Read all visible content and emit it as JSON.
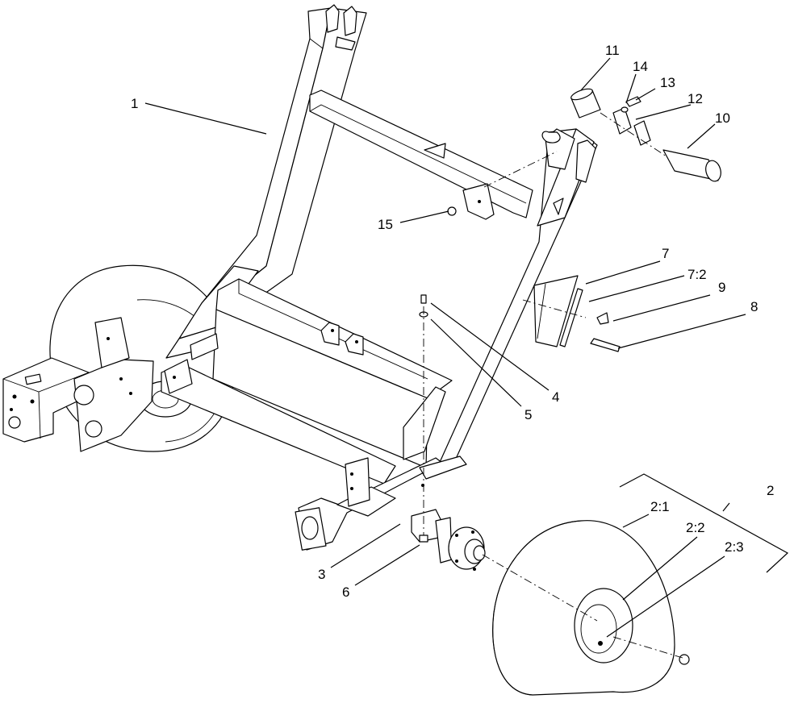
{
  "callouts": {
    "c1": "1",
    "c2": "2",
    "c2_1": "2:1",
    "c2_2": "2:2",
    "c2_3": "2:3",
    "c3": "3",
    "c4": "4",
    "c5": "5",
    "c6": "6",
    "c7": "7",
    "c7_2": "7:2",
    "c8": "8",
    "c9": "9",
    "c10": "10",
    "c11": "11",
    "c12": "12",
    "c13": "13",
    "c14": "14",
    "c15": "15"
  }
}
